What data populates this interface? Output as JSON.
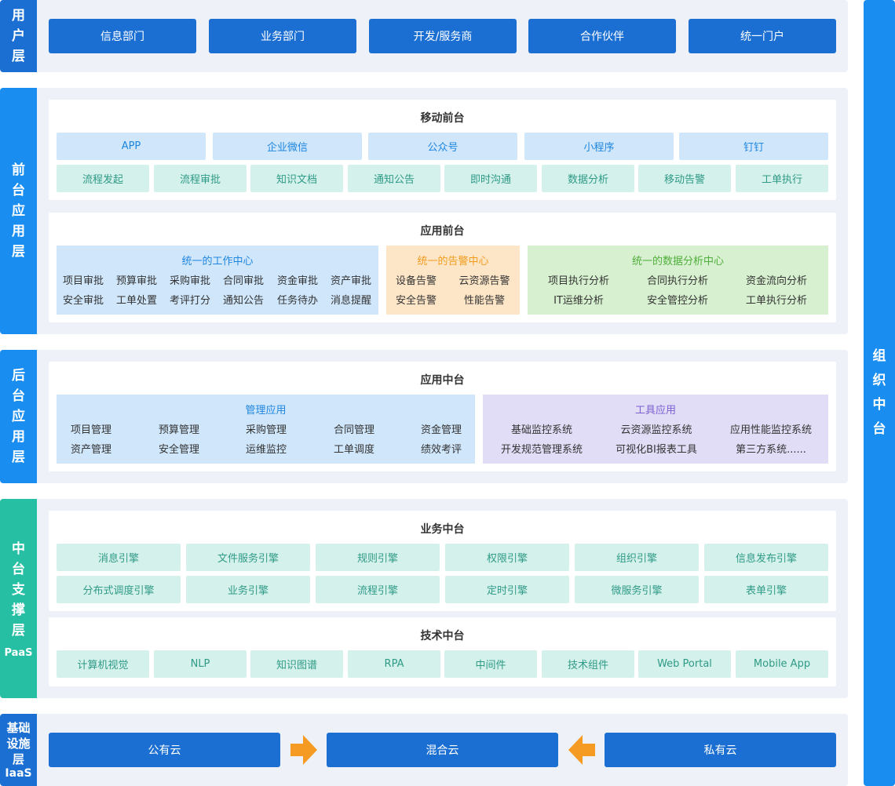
{
  "user_layer": {
    "label": "用户层",
    "items": [
      "信息部门",
      "业务部门",
      "开发/服务商",
      "合作伙伴",
      "统一门户"
    ]
  },
  "front_app_layer": {
    "label": "前台应用层",
    "mobile": {
      "title": "移动前台",
      "channels": [
        "APP",
        "企业微信",
        "公众号",
        "小程序",
        "钉钉"
      ],
      "functions": [
        "流程发起",
        "流程审批",
        "知识文档",
        "通知公告",
        "即时沟通",
        "数据分析",
        "移动告警",
        "工单执行"
      ]
    },
    "app_front": {
      "title": "应用前台",
      "work_center": {
        "title": "统一的工作中心",
        "row1": [
          "项目审批",
          "预算审批",
          "采购审批",
          "合同审批",
          "资金审批",
          "资产审批"
        ],
        "row2": [
          "安全审批",
          "工单处置",
          "考评打分",
          "通知公告",
          "任务待办",
          "消息提醒"
        ]
      },
      "alarm_center": {
        "title": "统一的告警中心",
        "row1": [
          "设备告警",
          "云资源告警"
        ],
        "row2": [
          "安全告警",
          "性能告警"
        ]
      },
      "analysis_center": {
        "title": "统一的数据分析中心",
        "row1": [
          "项目执行分析",
          "合同执行分析",
          "资金流向分析"
        ],
        "row2": [
          "IT运维分析",
          "安全管控分析",
          "工单执行分析"
        ]
      }
    }
  },
  "back_app_layer": {
    "label": "后台应用层",
    "app_middle": {
      "title": "应用中台",
      "management": {
        "title": "管理应用",
        "row1": [
          "项目管理",
          "预算管理",
          "采购管理",
          "合同管理",
          "资金管理"
        ],
        "row2": [
          "资产管理",
          "安全管理",
          "运维监控",
          "工单调度",
          "绩效考评"
        ]
      },
      "tools": {
        "title": "工具应用",
        "row1": [
          "基础监控系统",
          "云资源监控系统",
          "应用性能监控系统"
        ],
        "row2": [
          "开发规范管理系统",
          "可视化BI报表工具",
          "第三方系统......"
        ]
      }
    }
  },
  "middle_support_layer": {
    "label": "中台支撑层",
    "sub": "PaaS",
    "business": {
      "title": "业务中台",
      "row1": [
        "消息引擎",
        "文件服务引擎",
        "规则引擎",
        "权限引擎",
        "组织引擎",
        "信息发布引擎"
      ],
      "row2": [
        "分布式调度引擎",
        "业务引擎",
        "流程引擎",
        "定时引擎",
        "微服务引擎",
        "表单引擎"
      ]
    },
    "tech": {
      "title": "技术中台",
      "items": [
        "计算机视觉",
        "NLP",
        "知识图谱",
        "RPA",
        "中间件",
        "技术组件",
        "Web Portal",
        "Mobile App"
      ]
    }
  },
  "infra_layer": {
    "label": "基础设施层",
    "sub": "IaaS",
    "items": [
      "公有云",
      "混合云",
      "私有云"
    ]
  },
  "org_middle": {
    "label": "组织中台"
  }
}
